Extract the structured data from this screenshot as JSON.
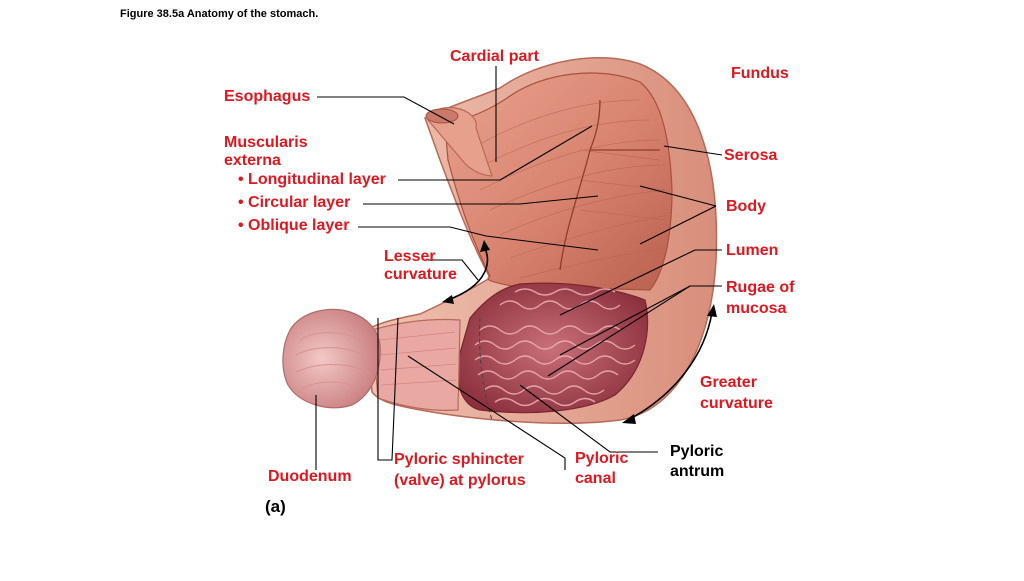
{
  "caption": "Figure 38.5a  Anatomy of the stomach.",
  "panel": "(a)",
  "colors": {
    "label_red": "#e3161e",
    "muscle": "#d98a78",
    "muscle_dark": "#b45a4a",
    "serosa": "#e8b29f",
    "mucosa": "#a74a52",
    "duodenum": "#e7a9a9"
  },
  "labels": {
    "cardial": "Cardial part",
    "fundus": "Fundus",
    "esophagus": "Esophagus",
    "muscularis1": "Muscularis",
    "muscularis2": "externa",
    "longitudinal": "• Longitudinal layer",
    "circular": "• Circular layer",
    "oblique": "• Oblique layer",
    "serosa": "Serosa",
    "body": "Body",
    "lumen": "Lumen",
    "lesser1": "Lesser",
    "lesser2": "curvature",
    "rugae1": "Rugae of",
    "rugae2": "mucosa",
    "greater1": "Greater",
    "greater2": "curvature",
    "pyloric_antrum1": "Pyloric",
    "pyloric_antrum2": "antrum",
    "pyloric_canal1": "Pyloric",
    "pyloric_canal2": "canal",
    "sphincter1": "Pyloric sphincter",
    "sphincter2": "(valve) at pylorus",
    "duodenum": "Duodenum"
  }
}
